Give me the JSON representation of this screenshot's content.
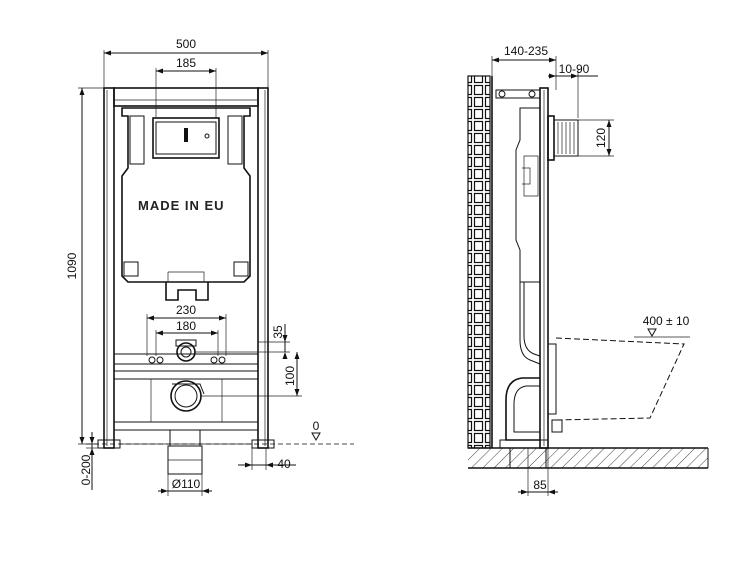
{
  "front_view": {
    "label_made": "MADE IN EU",
    "dims": {
      "width_total": "500",
      "button_width": "185",
      "height_total": "1090",
      "leg_adjust": "0-200",
      "bolts_outer": "230",
      "bolts_inner": "180",
      "inlet_offset": "35",
      "outlet_offset": "100",
      "floor_level": "0",
      "foot_width": "40",
      "drain_diameter": "Ø110"
    }
  },
  "side_view": {
    "dims": {
      "wall_depth": "140-235",
      "flush_depth": "10-90",
      "flush_height": "120",
      "bowl_height": "400 ± 10",
      "drain_offset": "85"
    }
  }
}
